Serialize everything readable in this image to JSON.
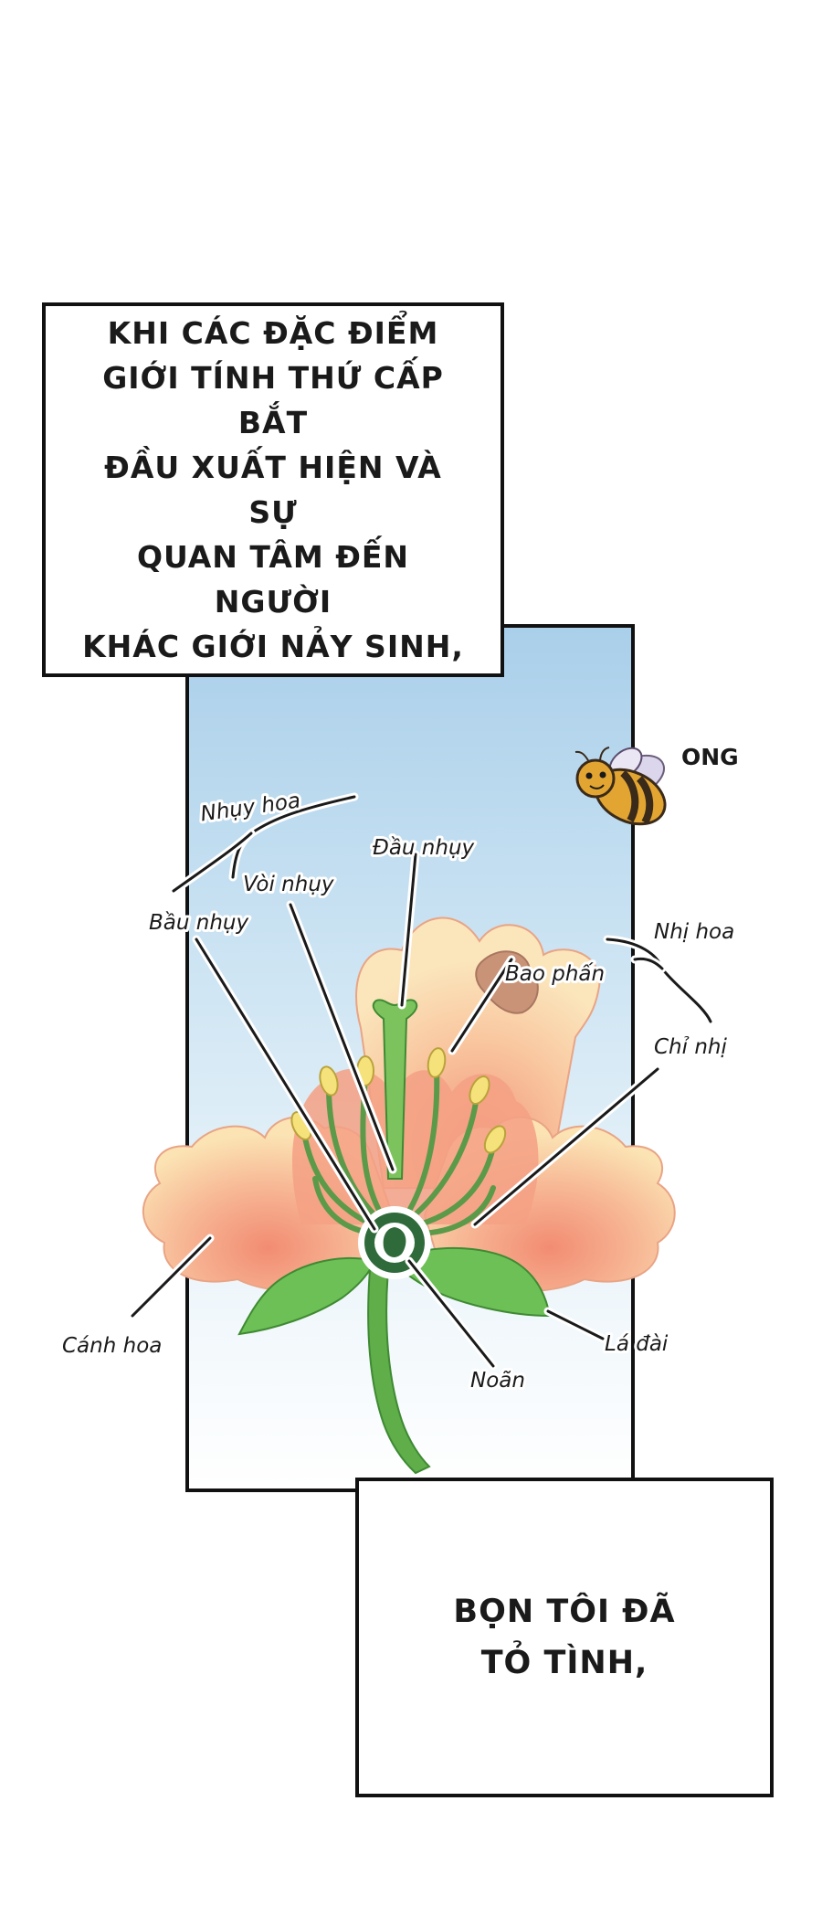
{
  "captions": {
    "top": "KHI CÁC ĐẶC ĐIỂM\nGIỚI TÍNH THỨ CẤP BẮT\nĐẦU XUẤT HIỆN VÀ SỰ\nQUAN TÂM ĐẾN NGƯỜI\nKHÁC GIỚI NẢY SINH,",
    "bottom": "BỌN TÔI ĐÃ\nTỎ TÌNH,"
  },
  "diagram": {
    "labels": {
      "pistil": "Nhụy hoa",
      "stigma": "Đầu nhụy",
      "style": "Vòi nhụy",
      "ovary": "Bầu nhụy",
      "anther": "Bao phấn",
      "stamen": "Nhị hoa",
      "filament": "Chỉ nhị",
      "petal": "Cánh hoa",
      "ovule": "Noãn",
      "sepal": "Lá đài",
      "bee": "ONG"
    }
  },
  "colors": {
    "sky_top": "#aacfea",
    "petal_light": "#fbe0b0",
    "petal_dark": "#f29a7e",
    "stem": "#5fae4a",
    "leaf": "#6cc055",
    "anther": "#f6e27a",
    "bee_body": "#e3a531"
  }
}
